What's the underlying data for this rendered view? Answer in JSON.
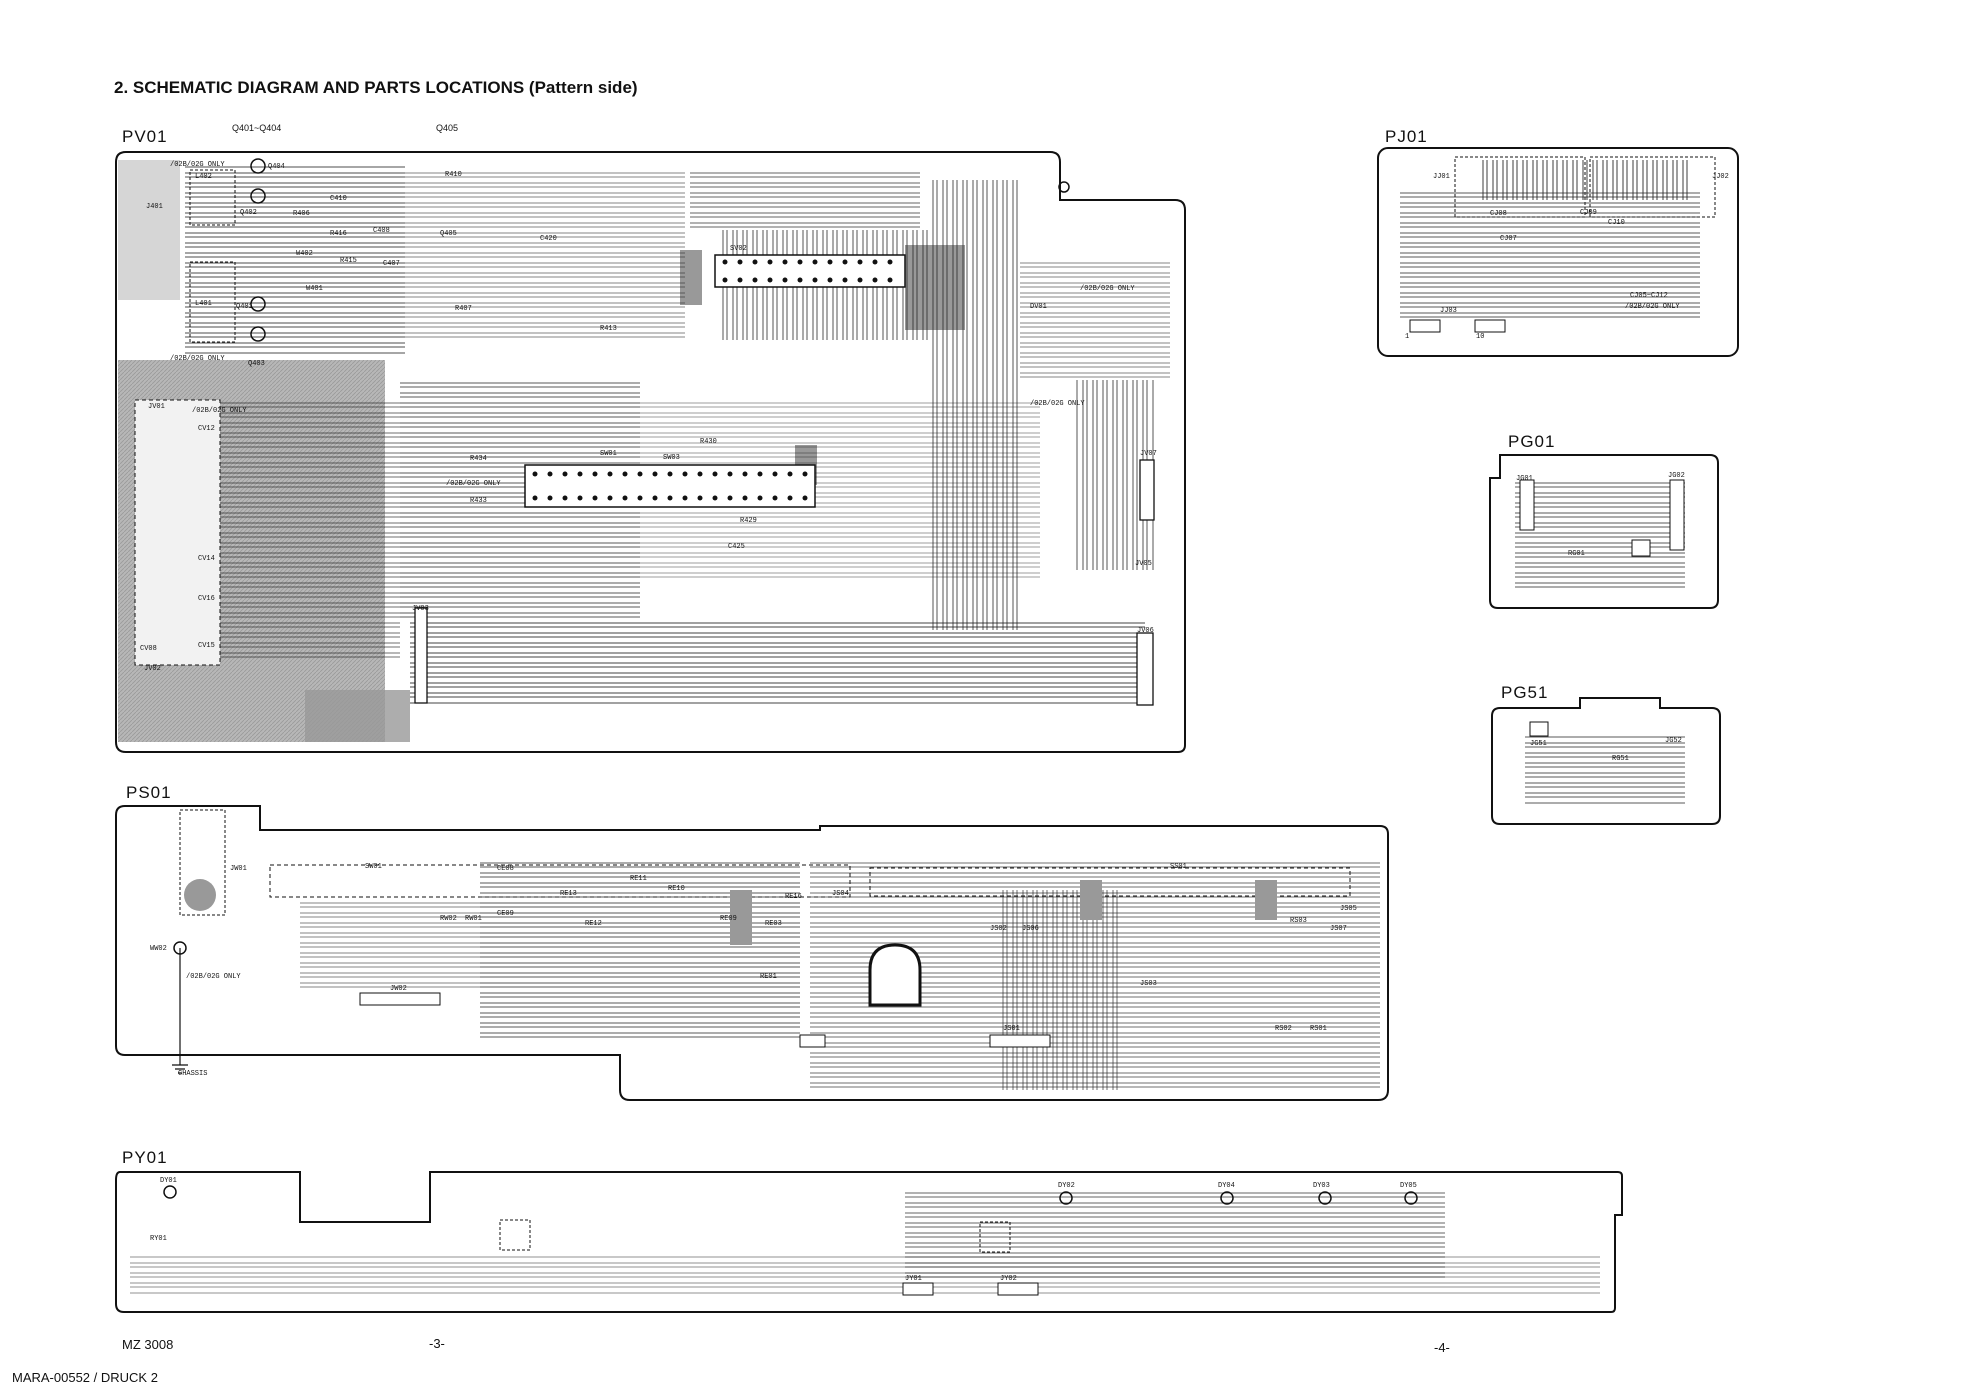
{
  "heading": "2. SCHEMATIC DIAGRAM AND PARTS LOCATIONS (Pattern side)",
  "boards": {
    "pv01": {
      "label": "PV01",
      "top_labels": [
        "Q401~Q404",
        "Q405"
      ],
      "parts": [
        "Q404",
        "Q402",
        "Q401",
        "Q403",
        "Q405",
        "L402",
        "L401",
        "J401",
        "R410",
        "R406",
        "R416",
        "C410",
        "C408",
        "C407",
        "R415",
        "W401",
        "R413",
        "C420",
        "R407",
        "W402",
        "R430",
        "R433",
        "R434",
        "R429",
        "C425",
        "SW01",
        "DV01",
        "JV01",
        "JV02",
        "JV03",
        "JV05",
        "JV06",
        "JV07",
        "CV12",
        "CV14",
        "CV15",
        "CV16",
        "CV08",
        "SV02",
        "SW03"
      ],
      "notes": [
        "/02B/02G ONLY",
        "/02B/02G ONLY",
        "/02B/02G ONLY",
        "/02B/02G ONLY",
        "/02B/02G ONLY",
        "/02B/02G ONLY"
      ]
    },
    "pj01": {
      "label": "PJ01",
      "parts": [
        "JJ01",
        "JJ02",
        "JJ03",
        "CJ08",
        "CJ07",
        "CJ10",
        "CJ09"
      ],
      "note": "CJ05~CJ12 /02B/02G ONLY",
      "pin_labels": [
        "1",
        "10"
      ]
    },
    "pg01": {
      "label": "PG01",
      "parts": [
        "JG01",
        "JG02",
        "RG01"
      ]
    },
    "pg51": {
      "label": "PG51",
      "parts": [
        "JG51",
        "JG52",
        "RG51"
      ]
    },
    "ps01": {
      "label": "PS01",
      "parts": [
        "JW01",
        "SW01",
        "WW02",
        "JW02",
        "RW01",
        "RW02",
        "CE08",
        "CE09",
        "RE13",
        "RE12",
        "RE11",
        "RE10",
        "RE09",
        "RE03",
        "RE01",
        "RE16",
        "JS04",
        "JS02",
        "JS06",
        "JS01",
        "JS03",
        "JS05",
        "JS07",
        "RS01",
        "RS02",
        "RS03",
        "SS01"
      ],
      "note": "/02B/02G ONLY",
      "chassis": "CHASSIS"
    },
    "py01": {
      "label": "PY01",
      "parts": [
        "DY01",
        "RY01",
        "JY01",
        "JY02",
        "DY02",
        "DY04",
        "DY03",
        "DY05"
      ]
    }
  },
  "footer": {
    "model": "MZ 3008",
    "page_left": "-3-",
    "page_right": "-4-",
    "doc_id": "MARA-00552 / DRUCK 2"
  }
}
